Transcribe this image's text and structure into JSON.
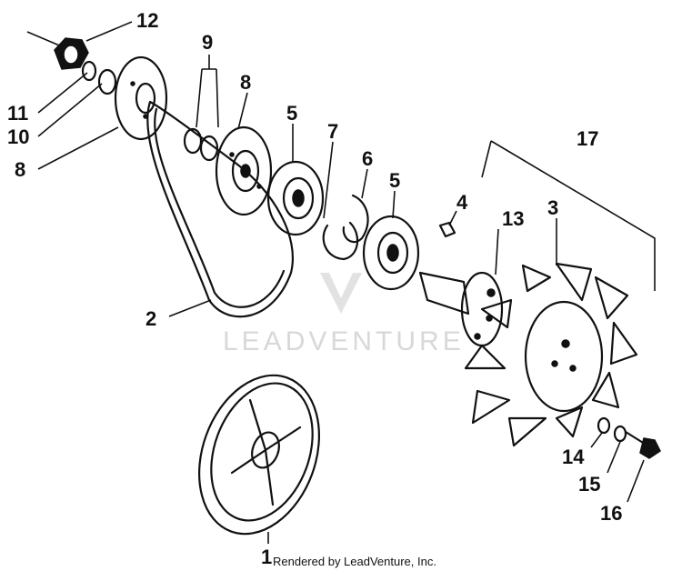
{
  "diagram": {
    "callouts": {
      "n1": "1",
      "n2": "2",
      "n3": "3",
      "n4": "4",
      "n5a": "5",
      "n5b": "5",
      "n6": "6",
      "n7": "7",
      "n8a": "8",
      "n8b": "8",
      "n9": "9",
      "n10": "10",
      "n11": "11",
      "n12": "12",
      "n13": "13",
      "n14": "14",
      "n15": "15",
      "n16": "16",
      "n17": "17"
    },
    "watermark": "LEADVENTURE",
    "footer": "Rendered by LeadVenture, Inc."
  }
}
